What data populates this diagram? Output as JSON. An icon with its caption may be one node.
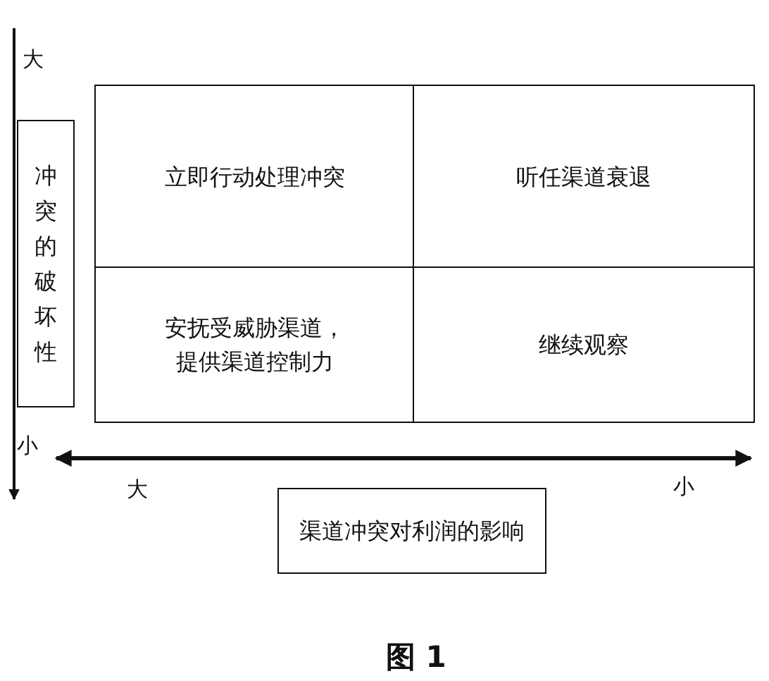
{
  "diagram": {
    "caption": "图 1",
    "nodes": [
      {
        "text": [
          "冲突的破坏性"
        ]
      },
      {
        "text": [
          "立即行动处理冲突"
        ]
      },
      {
        "text": [
          "听任渠道衰退"
        ]
      },
      {
        "text": [
          "安抚受威胁渠道，提供渠道控制力"
        ]
      },
      {
        "text": [
          "继续观察"
        ]
      },
      {
        "text": [
          "渠道冲突对利润的影响"
        ]
      }
    ],
    "labels": [
      "大",
      "小",
      "大",
      "小"
    ]
  }
}
